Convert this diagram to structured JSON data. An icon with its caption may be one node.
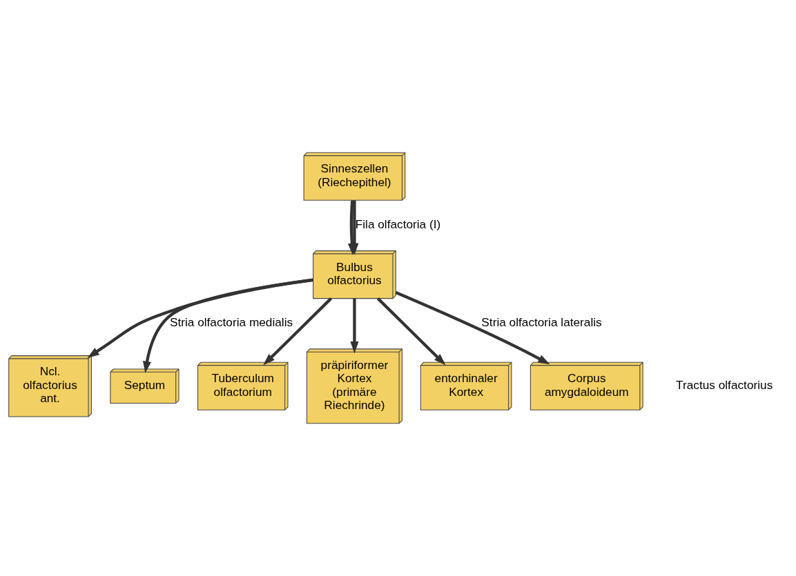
{
  "diagram": {
    "nodes": [
      {
        "text": [
          "Sinneszellen (Riechepithel)"
        ]
      },
      {
        "text": [
          "Bulbus olfactorius"
        ]
      },
      {
        "text": [
          "Ncl. olfactorius ant."
        ]
      },
      {
        "text": [
          "Septum"
        ]
      },
      {
        "text": [
          "Tuberculum olfactorium"
        ]
      },
      {
        "text": [
          "präpiriformer Kortex (primäre Riechrinde)"
        ]
      },
      {
        "text": [
          "entorhinaler Kortex"
        ]
      },
      {
        "text": [
          "Corpus amygdaloideum"
        ]
      }
    ],
    "edges": [
      {
        "from": 0,
        "to": 1,
        "arrow": "to"
      },
      {
        "from": 0,
        "to": 1,
        "arrow": "to",
        "label": "Fila olfactoria (I)"
      },
      {
        "from": 1,
        "to": 2,
        "arrow": "to"
      },
      {
        "from": 1,
        "to": 3,
        "arrow": "to",
        "label": "Stria olfactoria medialis"
      },
      {
        "from": 1,
        "to": 4,
        "arrow": "to"
      },
      {
        "from": 1,
        "to": 5,
        "arrow": "to"
      },
      {
        "from": 1,
        "to": 6,
        "arrow": "to"
      },
      {
        "from": 1,
        "to": 7,
        "arrow": "to",
        "label": "Stria olfactoria lateralis"
      }
    ],
    "labels": [
      "Tractus olfactorius"
    ]
  }
}
